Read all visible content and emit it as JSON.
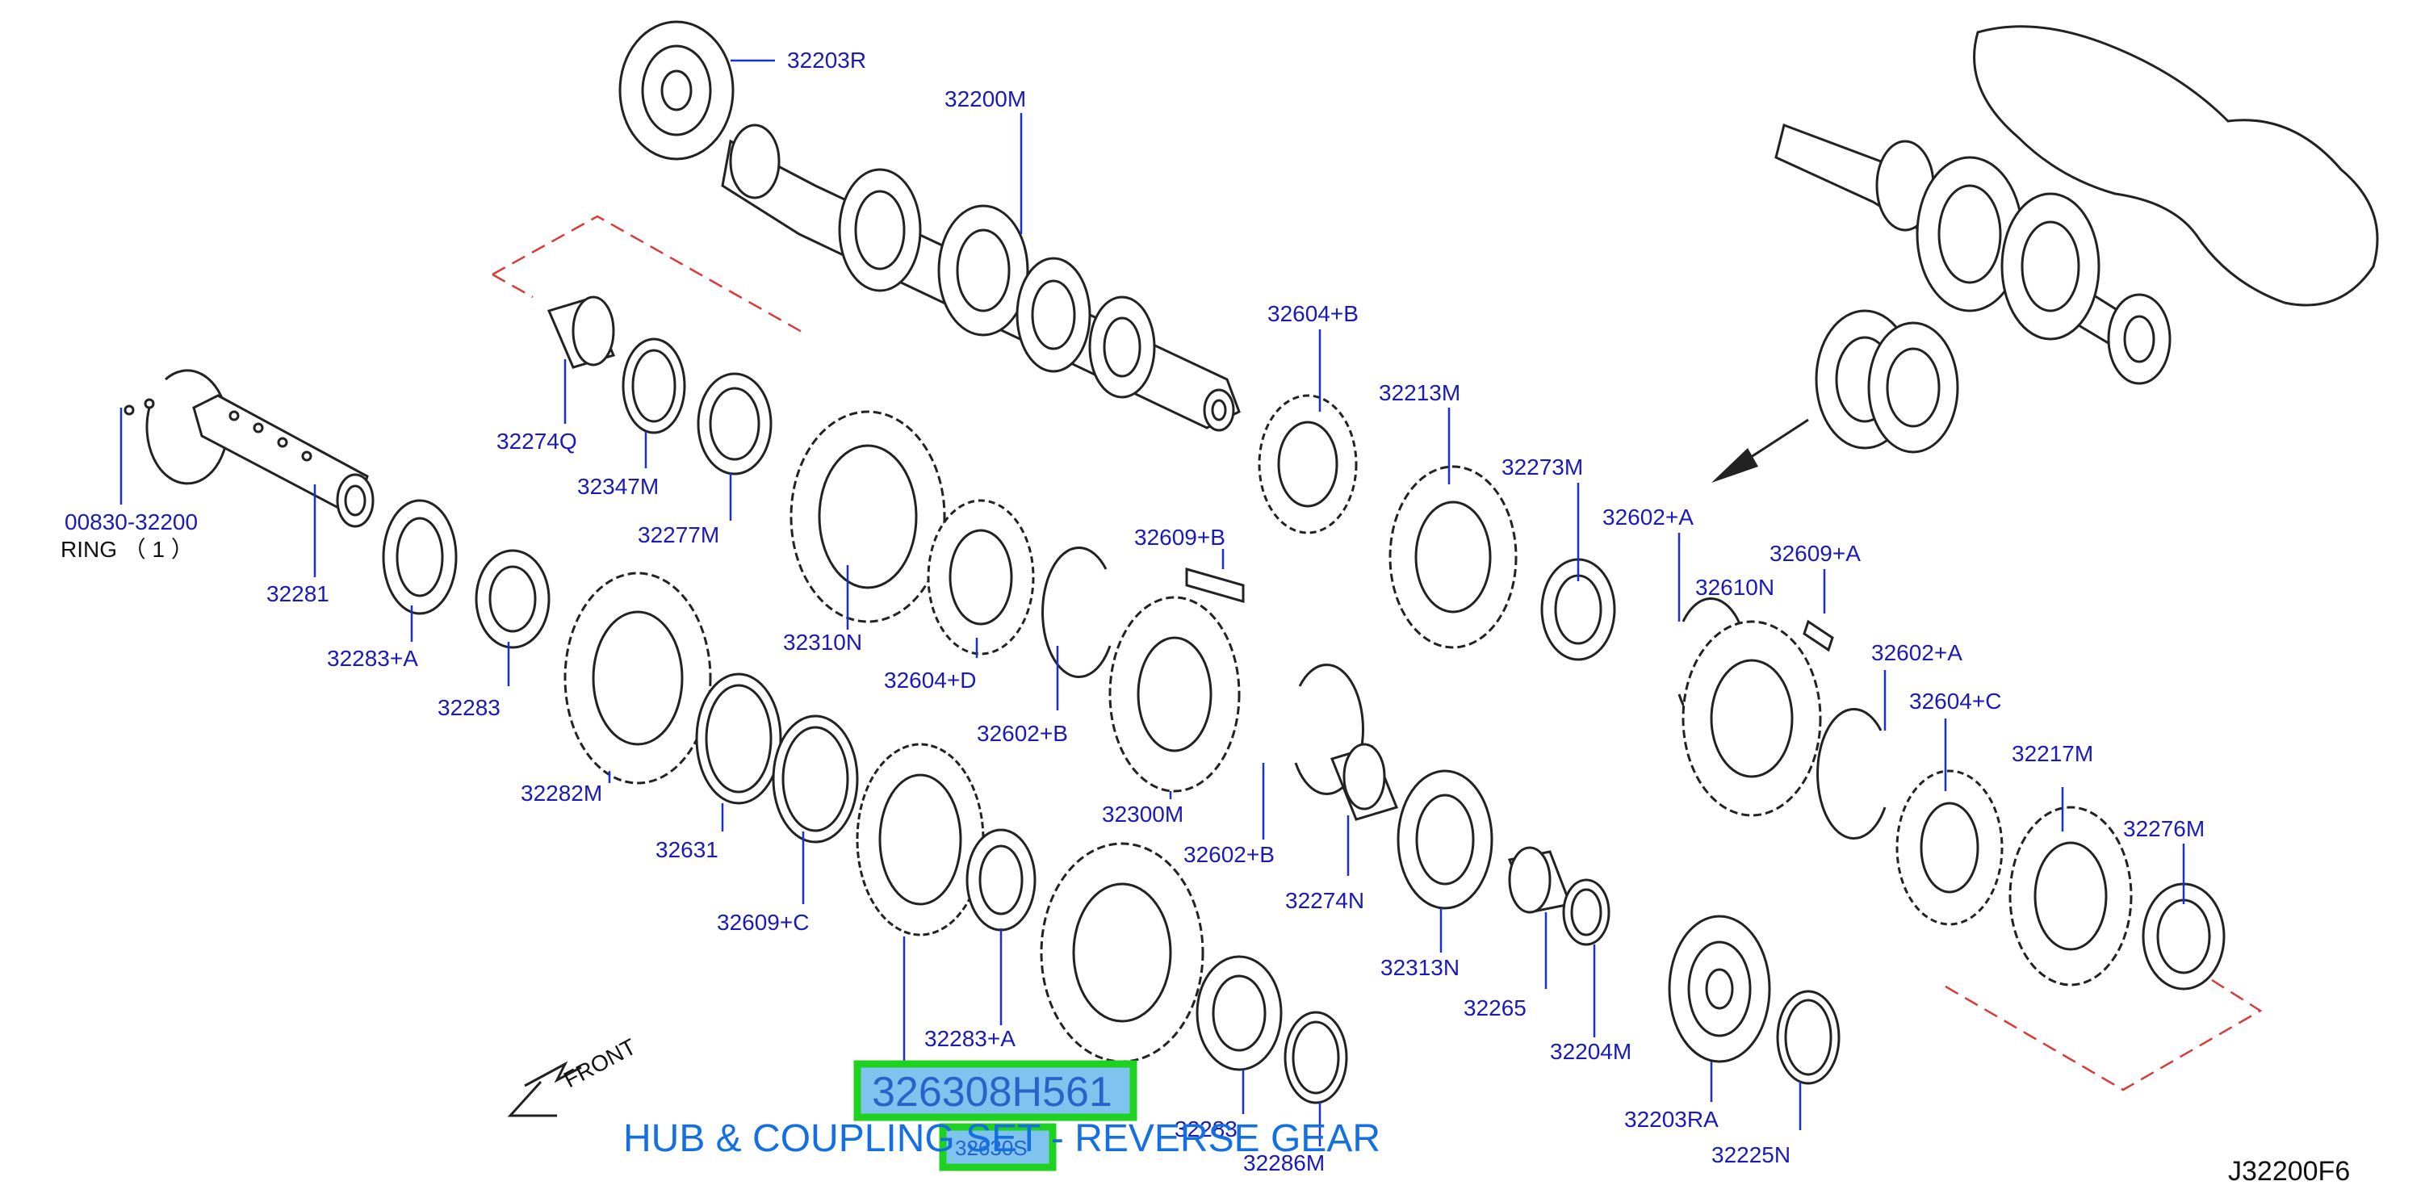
{
  "labels": {
    "p32203R": "32203R",
    "p32200M": "32200M",
    "p32604B": "32604+B",
    "p32213M": "32213M",
    "p32273M": "32273M",
    "p32602A_1": "32602+A",
    "p32609A": "32609+A",
    "p32610N": "32610N",
    "p32602A_2": "32602+A",
    "p32604C": "32604+C",
    "p32217M": "32217M",
    "p32276M": "32276M",
    "p00830": "00830-32200",
    "ring": "RING （ 1 ）",
    "p32274Q": "32274Q",
    "p32347M": "32347M",
    "p32277M": "32277M",
    "p32281": "32281",
    "p32283A_1": "32283+A",
    "p32283": "32283",
    "p32310": "32310N",
    "p32604D": "32604+D",
    "p32609B": "32609+B",
    "p32602B_1": "32602+B",
    "p32282M": "32282M",
    "p32631": "32631",
    "p32609C": "32609+C",
    "p32300M": "32300M",
    "p32602B_2": "32602+B",
    "p32274N": "32274N",
    "p32313N": "32313N",
    "p32265": "32265",
    "p32204M": "32204M",
    "p32283A_2": "32283+A",
    "p32283_b": "32283",
    "p32286M": "32286M",
    "p32203RA": "32203RA",
    "p32225N": "32225N",
    "front": "FRONT",
    "diagram_ref": "J32200F6"
  },
  "highlight": {
    "part_number": "326308H561",
    "sub_code": "32630S",
    "caption": "HUB & COUPLING SET - REVERSE GEAR"
  },
  "colors": {
    "label": "#1a1ab8",
    "leader": "#1a2fd0",
    "highlight_border": "#1fd21f",
    "highlight_fill": "#7fc4ef",
    "caption": "#1470e0",
    "dashed_outline": "#d93a3a"
  }
}
